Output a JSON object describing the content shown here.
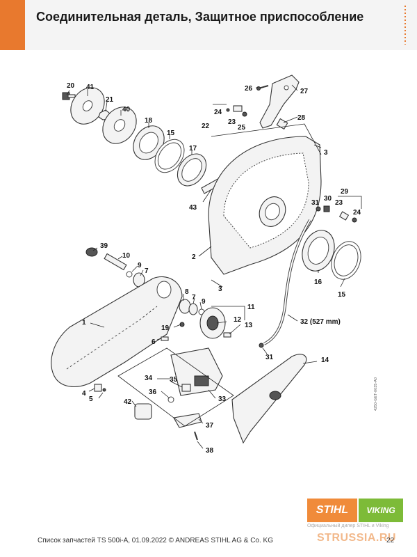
{
  "header": {
    "title": "Соединительная деталь, Защитное приспособление"
  },
  "diagram": {
    "labels": {
      "p1": "1",
      "p2": "2",
      "p3a": "3",
      "p3b": "3",
      "p4": "4",
      "p5": "5",
      "p6": "6",
      "p7": "7",
      "p7b": "7",
      "p8": "8",
      "p9a": "9",
      "p9b": "9",
      "p10": "10",
      "p11": "11",
      "p12": "12",
      "p13": "13",
      "p14": "14",
      "p15a": "15",
      "p15b": "15",
      "p16": "16",
      "p17": "17",
      "p18": "18",
      "p19": "19",
      "p20": "20",
      "p21": "21",
      "p22": "22",
      "p23a": "23",
      "p23b": "23",
      "p24a": "24",
      "p24b": "24",
      "p25": "25",
      "p26": "26",
      "p27": "27",
      "p28": "28",
      "p29": "29",
      "p30": "30",
      "p31a": "31",
      "p31b": "31",
      "p32": "32 (527 mm)",
      "p33": "33",
      "p34": "34",
      "p35": "35",
      "p36": "36",
      "p37": "37",
      "p38": "38",
      "p39": "39",
      "p40": "40",
      "p41": "41",
      "p42": "42",
      "p43": "43"
    },
    "doc_code": "4250-GET-0035-A0"
  },
  "footer": {
    "text": "Список запчастей TS 500i-A, 01.09.2022 © ANDREAS STIHL AG & Co. KG",
    "page": "22"
  },
  "branding": {
    "stihl": "STIHL",
    "viking": "VIKING",
    "dealer_text": "Официальный дилер STIHL и Viking",
    "watermark": "STRUSSIA.RU",
    "accent_color": "#e8792e",
    "viking_color": "#7dbb38"
  }
}
